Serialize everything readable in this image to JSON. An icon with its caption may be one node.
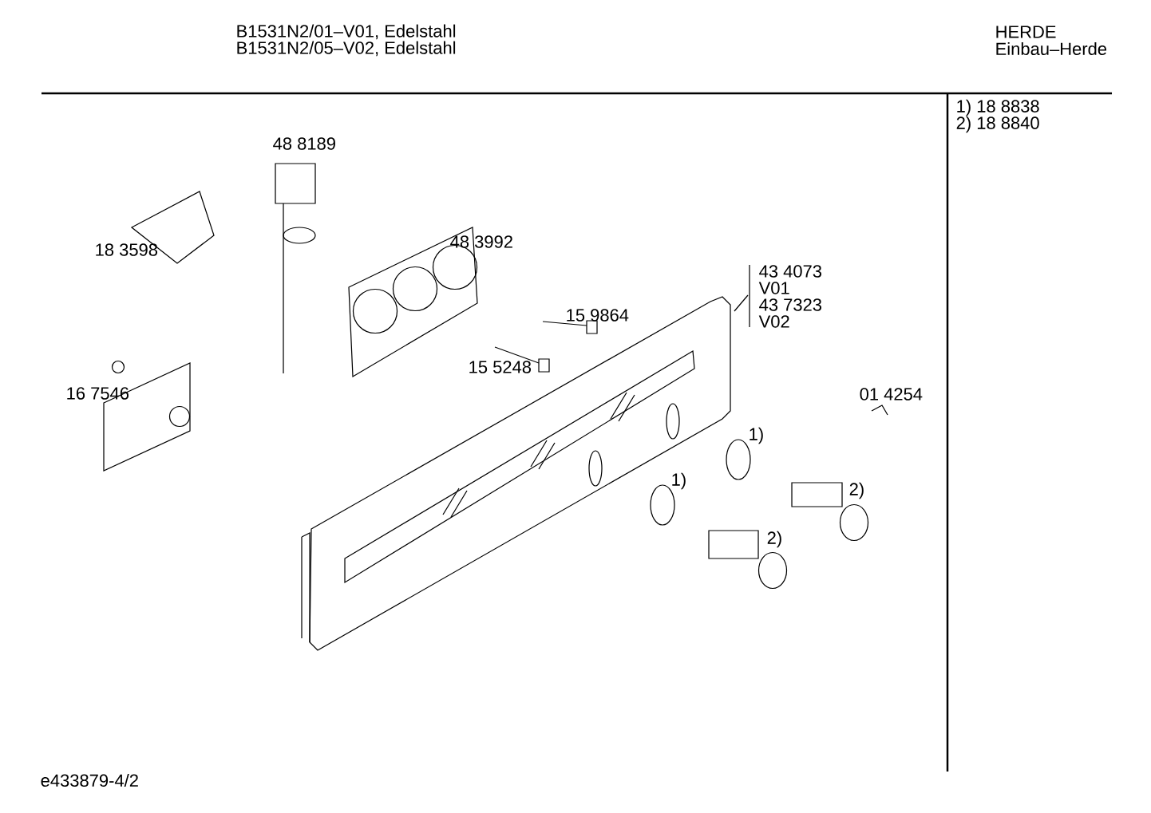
{
  "diagram": {
    "labels": [
      "B1531N2/01–V01, Edelstahl",
      "B1531N2/05–V02, Edelstahl",
      "HERDE",
      "Einbau–Herde",
      "1) 18 8838",
      "2) 18 8840",
      "48 8189",
      "48 3992",
      "18 3598",
      "43 4073",
      "V01",
      "43 7323",
      "V02",
      "15 9864",
      "15 5248",
      "16 7546",
      "01 4254",
      "1)",
      "1)",
      "2)",
      "2)",
      "e433879-4/2"
    ]
  }
}
